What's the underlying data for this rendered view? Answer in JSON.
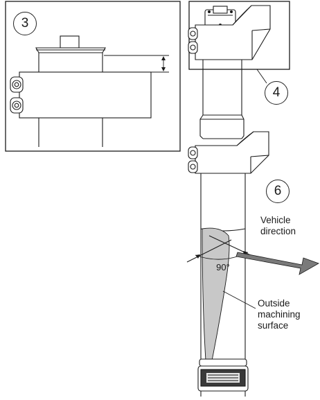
{
  "callouts": {
    "detail": "3",
    "top_clamp": "4",
    "direction": "6"
  },
  "labels": {
    "vehicle_direction": [
      "Vehicle",
      "direction"
    ],
    "angle": "90°",
    "outside_surface": [
      "Outside",
      "machining",
      "surface"
    ]
  },
  "colors": {
    "line": "#1a1a1a",
    "surface_fill": "#c8c8c8",
    "arrow_fill": "#7a7a7a",
    "paper": "#ffffff"
  }
}
